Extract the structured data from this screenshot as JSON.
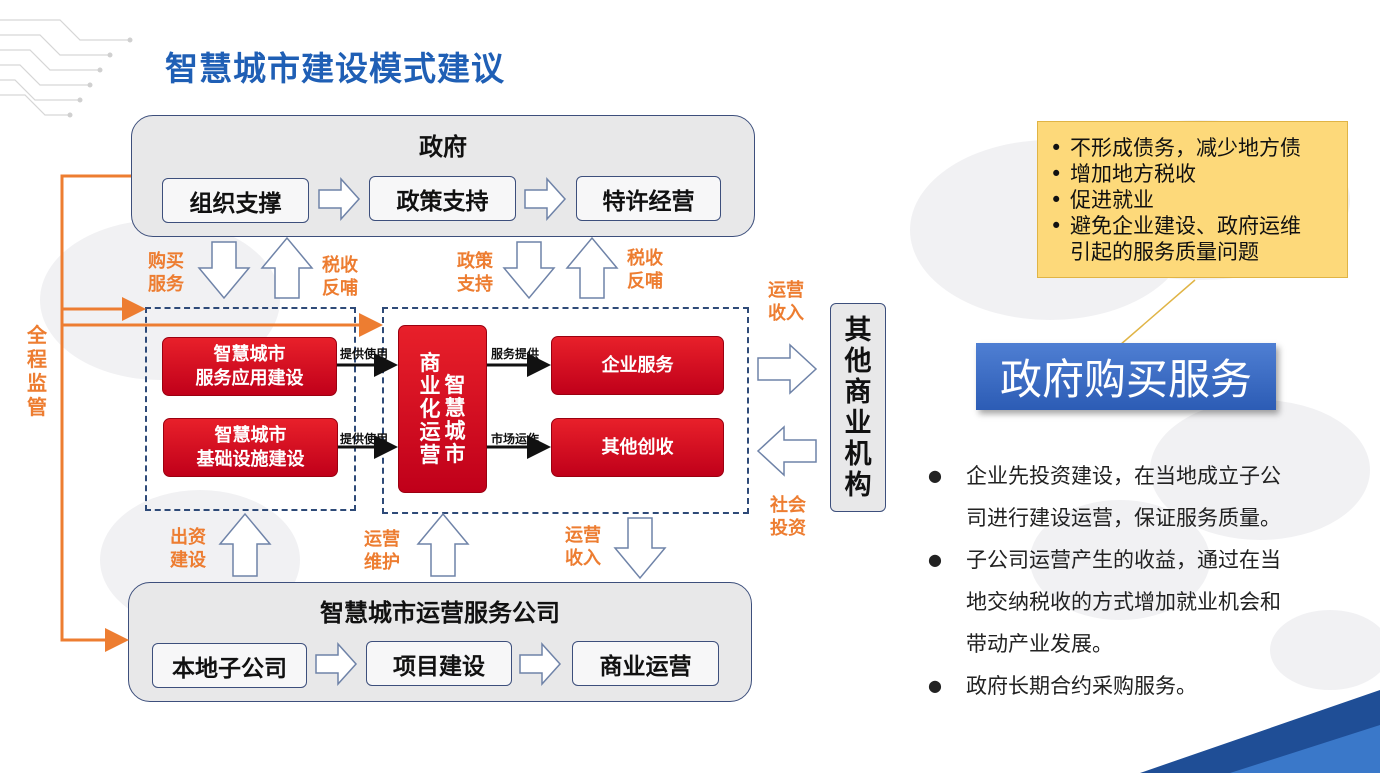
{
  "title": "智慧城市建设模式建议",
  "government": {
    "title": "政府",
    "steps": [
      "组织支撑",
      "政策支持",
      "特许经营"
    ]
  },
  "company": {
    "title": "智慧城市运营服务公司",
    "steps": [
      "本地子公司",
      "项目建设",
      "商业运营"
    ]
  },
  "supervision": [
    "全",
    "程",
    "监",
    "管"
  ],
  "build_boxes": [
    "智慧城市\n服务应用建设",
    "智慧城市\n基础设施建设"
  ],
  "provide_use": [
    "提供使用",
    "提供使用"
  ],
  "commercial_box": {
    "col1": [
      "商",
      "业",
      "化",
      "运",
      "营"
    ],
    "col2": [
      "智",
      "慧",
      "城",
      "市"
    ]
  },
  "mid_labels": [
    "服务提供",
    "市场运作"
  ],
  "service_boxes": [
    "企业服务",
    "其他创收"
  ],
  "other_org": [
    "其",
    "他",
    "商",
    "业",
    "机",
    "构"
  ],
  "flow_labels": {
    "buy_service": "购买\n服务",
    "tax_feedback_1": "税收\n反哺",
    "policy_support": "政策\n支持",
    "tax_feedback_2": "税收\n反哺",
    "op_income_top": "运营\n收入",
    "social_invest": "社会\n投资",
    "fund_build": "出资\n建设",
    "op_maintain": "运营\n维护",
    "op_income_bottom": "运营\n收入"
  },
  "benefits": [
    "不形成债务，减少地方债",
    "增加地方税收",
    "促进就业",
    "避免企业建设、政府运维\n引起的服务质量问题"
  ],
  "banner": "政府购买服务",
  "bullets": [
    "企业先投资建设，在当地成立子公\n司进行建设运营，保证服务质量。",
    "子公司运营产生的收益，通过在当\n地交纳税收的方式增加就业机会和\n带动产业发展。",
    "政府长期合约采购服务。"
  ],
  "colors": {
    "title_blue": "#1f5fb5",
    "accent_orange": "#ed7d31",
    "box_red": "#d7101f",
    "banner_blue": "#3a6cc6",
    "note_yellow": "#fdd97a"
  }
}
